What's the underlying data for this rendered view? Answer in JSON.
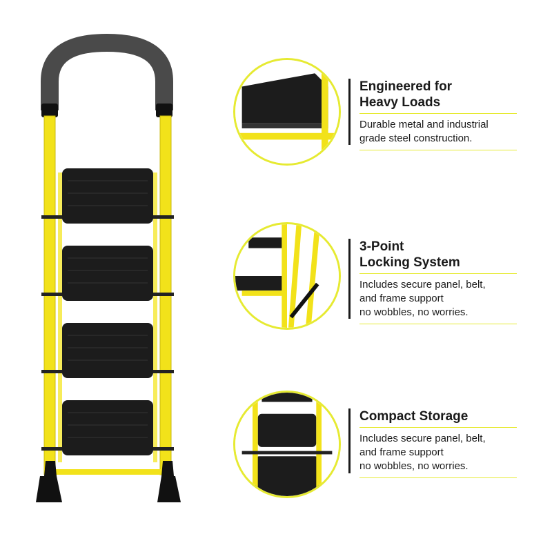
{
  "colors": {
    "frame_yellow": "#f2e21a",
    "step_black": "#1c1c1c",
    "handle_grey": "#4a4a4a",
    "accent_line": "#e6ea32",
    "text": "#1a1a1a"
  },
  "features": [
    {
      "title": "Engineered for\nHeavy Loads",
      "description": "Durable metal and industrial\ngrade steel construction."
    },
    {
      "title": "3-Point\nLocking System",
      "description": "Includes secure panel, belt,\nand frame support\nno wobbles, no worries."
    },
    {
      "title": "Compact Storage",
      "description": "Includes secure panel, belt,\nand frame support\nno wobbles, no worries."
    }
  ]
}
